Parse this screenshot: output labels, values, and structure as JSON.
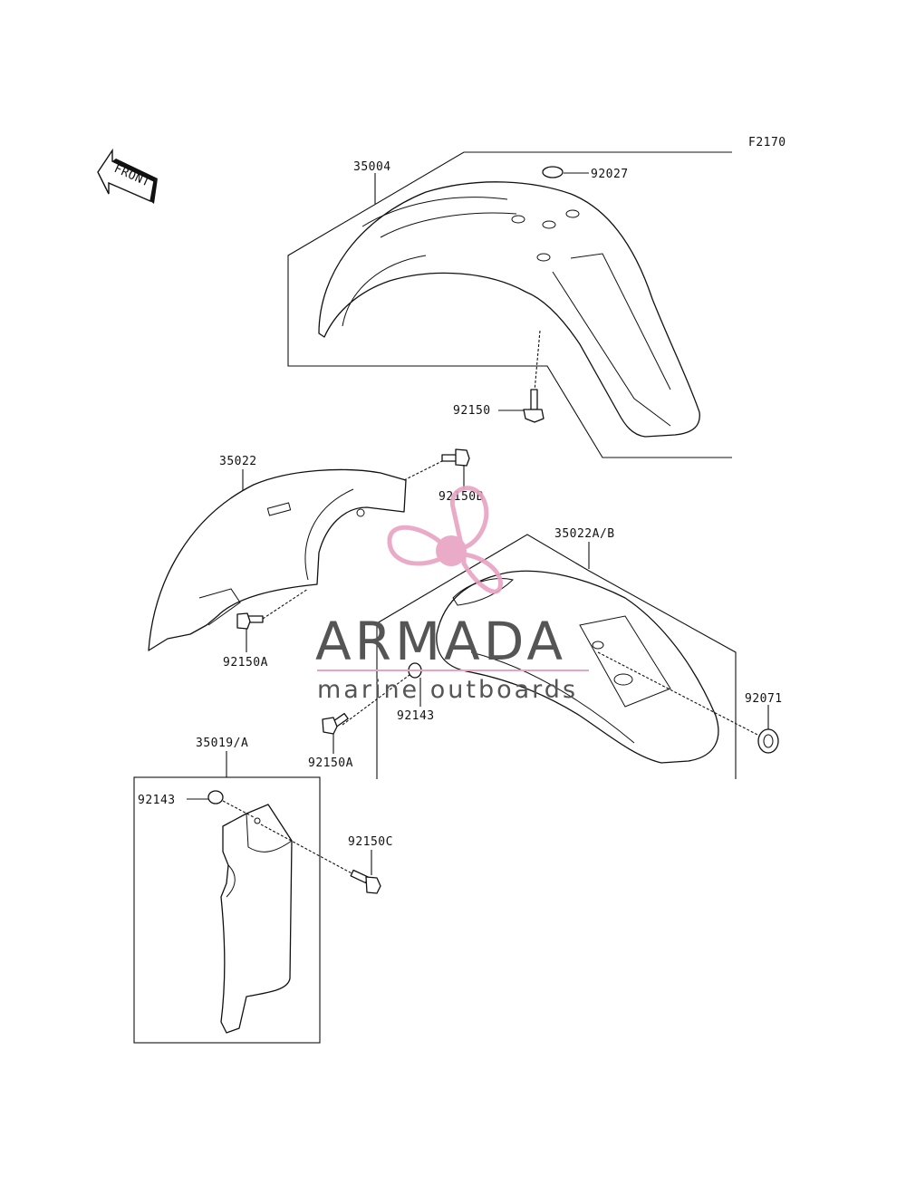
{
  "figure_code": "F2170",
  "direction_arrow": "FRONT",
  "part_numbers": {
    "fender_front": "35004",
    "washer_top": "92027",
    "bolt_front": "92150",
    "fender_mid": "35022",
    "bolt_b": "92150B",
    "bolt_a_upper": "92150A",
    "fender_ab": "35022A/B",
    "washer_mid": "92143",
    "bolt_a_lower": "92150A",
    "grommet": "92071",
    "flap": "35019/A",
    "washer_lower": "92143",
    "bolt_c": "92150C"
  },
  "watermark": {
    "brand": "ARMADA",
    "tagline": "marine outboards",
    "accent_color": "#e8a3c3",
    "text_color": "#555555"
  }
}
